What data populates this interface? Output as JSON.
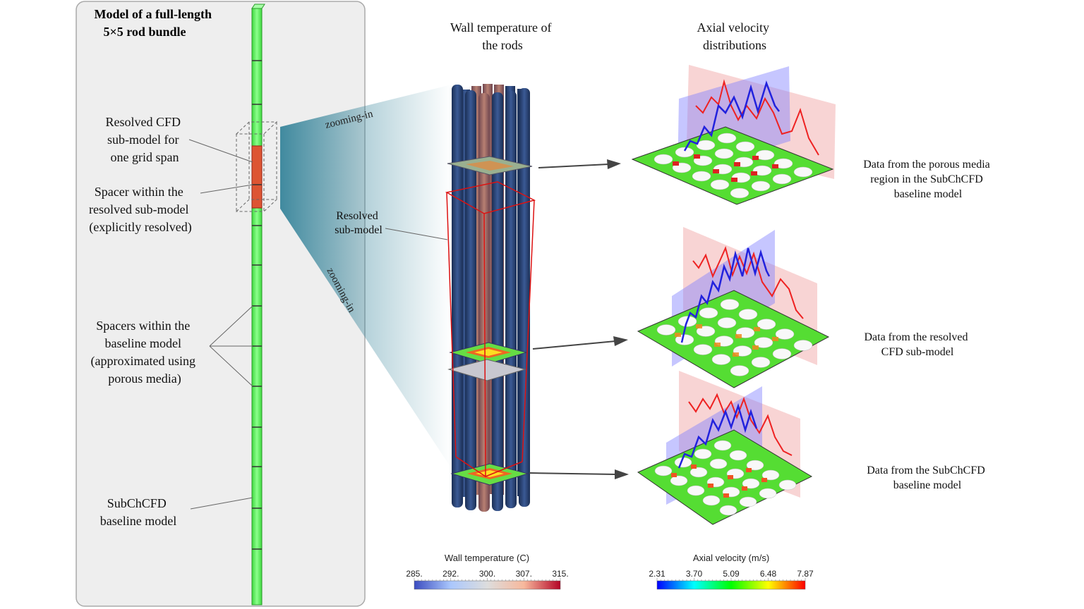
{
  "left_panel": {
    "title_lines": [
      "Model of a full-length",
      "5×5 rod bundle"
    ],
    "label_resolved": [
      "Resolved CFD",
      "sub-model for",
      "one grid span"
    ],
    "label_spacer_resolved": [
      "Spacer within the",
      "resolved sub-model",
      "(explicitly resolved)"
    ],
    "label_spacers_baseline": [
      "Spacers within the",
      "baseline model",
      "(approximated using",
      "porous media)"
    ],
    "label_baseline": [
      "SubChCFD",
      "baseline model"
    ]
  },
  "middle": {
    "heading_lines": [
      "Wall temperature of",
      "the rods"
    ],
    "zoom_label": "zooming-in",
    "resolved_label": [
      "Resolved",
      "sub-model"
    ],
    "colorbar": {
      "title": "Wall temperature (C)",
      "ticks": [
        "285.",
        "292.",
        "300.",
        "307.",
        "315."
      ],
      "colors": [
        "#3b4cc0",
        "#aac7fd",
        "#dddddd",
        "#f7b89c",
        "#b40426"
      ]
    }
  },
  "right": {
    "heading_lines": [
      "Axial velocity",
      "distributions"
    ],
    "captions": [
      [
        "Data from the porous media",
        "region in the SubChCFD",
        "baseline model"
      ],
      [
        "Data from the resolved",
        "CFD sub-model"
      ],
      [
        "Data from the SubChCFD",
        "baseline model"
      ]
    ],
    "colorbar": {
      "title": "Axial velocity (m/s)",
      "ticks": [
        "2.31",
        "3.70",
        "5.09",
        "6.48",
        "7.87"
      ],
      "colors": [
        "#0000ff",
        "#00ffff",
        "#00ff00",
        "#ffff00",
        "#ff0000"
      ]
    }
  },
  "colors": {
    "rod_blue": "#2b4a7e",
    "rod_warm": "#c07860",
    "porous_green": "#55f055",
    "resolved_red": "#dd5533",
    "submodel_outline": "#dd1111",
    "zoom_gradient": "#2d7f96",
    "plane_blue": "#8080ff",
    "plane_red": "#f0a0a0",
    "line_blue": "#2222dd",
    "line_red": "#ee2222"
  }
}
